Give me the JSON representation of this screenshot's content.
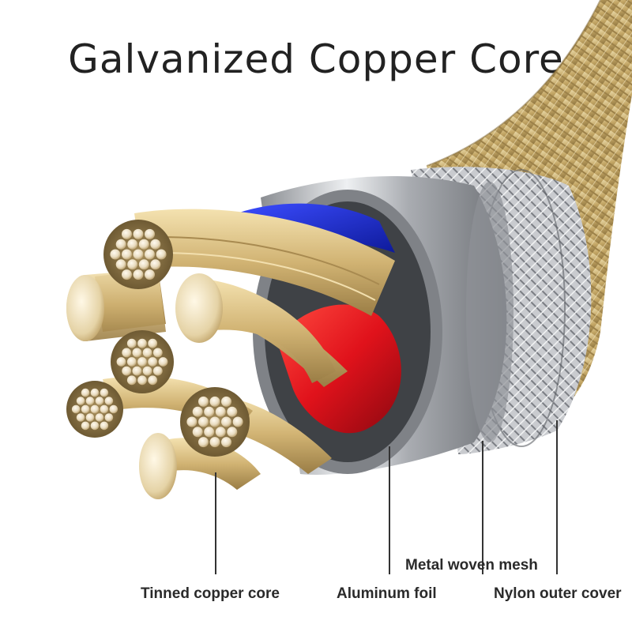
{
  "title": "Galvanized Copper Core",
  "labels": {
    "tinned_copper_core": "Tinned copper core",
    "aluminum_foil": "Aluminum foil",
    "metal_woven_mesh": "Metal woven mesh",
    "nylon_outer_cover": "Nylon outer cover"
  },
  "colors": {
    "copper": "#d8bf84",
    "gold_braid": "#c9b27a",
    "foil": "#b9bcc0",
    "red_insulation": "#e0121b",
    "blue_insulation": "#1a2bd8"
  }
}
